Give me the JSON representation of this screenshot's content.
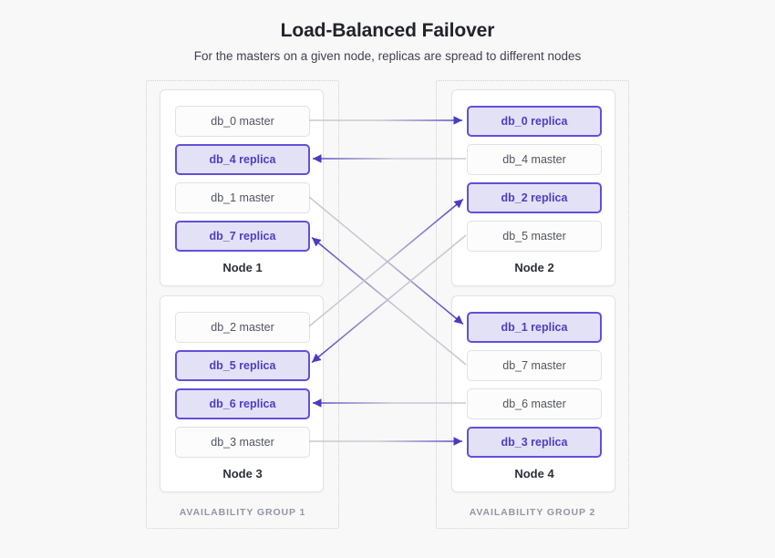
{
  "header": {
    "title": "Load-Balanced Failover",
    "subtitle": "For the masters on a given node, replicas are spread to different nodes"
  },
  "colors": {
    "background": "#f8f8f9",
    "replica_border": "#6150d8",
    "replica_fill": "#e3e1f6",
    "replica_text": "#4c3fc4",
    "master_border": "#e1e1e7",
    "master_fill": "#fcfcfd",
    "master_text": "#53555f",
    "arrow_head": "#4a3cc0",
    "arrow_tail": "#c9c9d2",
    "group_border": "#cfcfd6",
    "group_label": "#9496a6",
    "title_text": "#22232b"
  },
  "groups": [
    {
      "label": "AVAILABILITY GROUP 1"
    },
    {
      "label": "AVAILABILITY GROUP 2"
    }
  ],
  "nodes": [
    {
      "id": "node1",
      "label": "Node 1",
      "boxes": [
        {
          "label": "db_0 master",
          "role": "master",
          "db": "db_0"
        },
        {
          "label": "db_4 replica",
          "role": "replica",
          "db": "db_4"
        },
        {
          "label": "db_1 master",
          "role": "master",
          "db": "db_1"
        },
        {
          "label": "db_7 replica",
          "role": "replica",
          "db": "db_7"
        }
      ]
    },
    {
      "id": "node2",
      "label": "Node 2",
      "boxes": [
        {
          "label": "db_0 replica",
          "role": "replica",
          "db": "db_0"
        },
        {
          "label": "db_4 master",
          "role": "master",
          "db": "db_4"
        },
        {
          "label": "db_2 replica",
          "role": "replica",
          "db": "db_2"
        },
        {
          "label": "db_5 master",
          "role": "master",
          "db": "db_5"
        }
      ]
    },
    {
      "id": "node3",
      "label": "Node 3",
      "boxes": [
        {
          "label": "db_2 master",
          "role": "master",
          "db": "db_2"
        },
        {
          "label": "db_5 replica",
          "role": "replica",
          "db": "db_5"
        },
        {
          "label": "db_6 replica",
          "role": "replica",
          "db": "db_6"
        },
        {
          "label": "db_3 master",
          "role": "master",
          "db": "db_3"
        }
      ]
    },
    {
      "id": "node4",
      "label": "Node 4",
      "boxes": [
        {
          "label": "db_1 replica",
          "role": "replica",
          "db": "db_1"
        },
        {
          "label": "db_7 master",
          "role": "master",
          "db": "db_7"
        },
        {
          "label": "db_6 master",
          "role": "master",
          "db": "db_6"
        },
        {
          "label": "db_3 replica",
          "role": "replica",
          "db": "db_3"
        }
      ]
    }
  ],
  "arrows": [
    {
      "db": "db_0",
      "from": "node1",
      "to": "node2",
      "from_slot": 0,
      "to_slot": 0,
      "kind": "horizontal",
      "direction": "left-to-right"
    },
    {
      "db": "db_4",
      "from": "node2",
      "to": "node1",
      "from_slot": 1,
      "to_slot": 1,
      "kind": "horizontal",
      "direction": "right-to-left"
    },
    {
      "db": "db_1",
      "from": "node1",
      "to": "node4",
      "from_slot": 2,
      "to_slot": 0,
      "kind": "diagonal",
      "direction": "left-to-right"
    },
    {
      "db": "db_7",
      "from": "node4",
      "to": "node1",
      "from_slot": 1,
      "to_slot": 3,
      "kind": "diagonal",
      "direction": "right-to-left"
    },
    {
      "db": "db_2",
      "from": "node3",
      "to": "node2",
      "from_slot": 0,
      "to_slot": 2,
      "kind": "diagonal",
      "direction": "left-to-right"
    },
    {
      "db": "db_5",
      "from": "node2",
      "to": "node3",
      "from_slot": 3,
      "to_slot": 1,
      "kind": "diagonal",
      "direction": "right-to-left"
    },
    {
      "db": "db_6",
      "from": "node4",
      "to": "node3",
      "from_slot": 2,
      "to_slot": 2,
      "kind": "horizontal",
      "direction": "right-to-left"
    },
    {
      "db": "db_3",
      "from": "node3",
      "to": "node4",
      "from_slot": 3,
      "to_slot": 3,
      "kind": "horizontal",
      "direction": "left-to-right"
    }
  ]
}
